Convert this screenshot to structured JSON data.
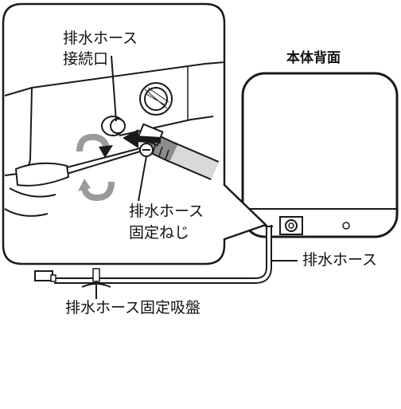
{
  "labels": {
    "hose_port_line1": "排水ホース",
    "hose_port_line2": "接続口",
    "screw_line1": "排水ホース",
    "screw_line2": "固定ねじ",
    "unit_back": "本体背面",
    "hose": "排水ホース",
    "suction_cup": "排水ホース固定吸盤"
  },
  "colors": {
    "line": "#1a1a1a",
    "arrow_dark": "#1a1a1a",
    "arrow_gray": "#9a9a9a",
    "hose_fill": "#d9d9d9",
    "connector_fill": "#8c8c8c",
    "background": "#ffffff"
  },
  "icons": [
    "rotation-arrow-icon",
    "insert-arrow-icon",
    "screwdriver-icon"
  ]
}
